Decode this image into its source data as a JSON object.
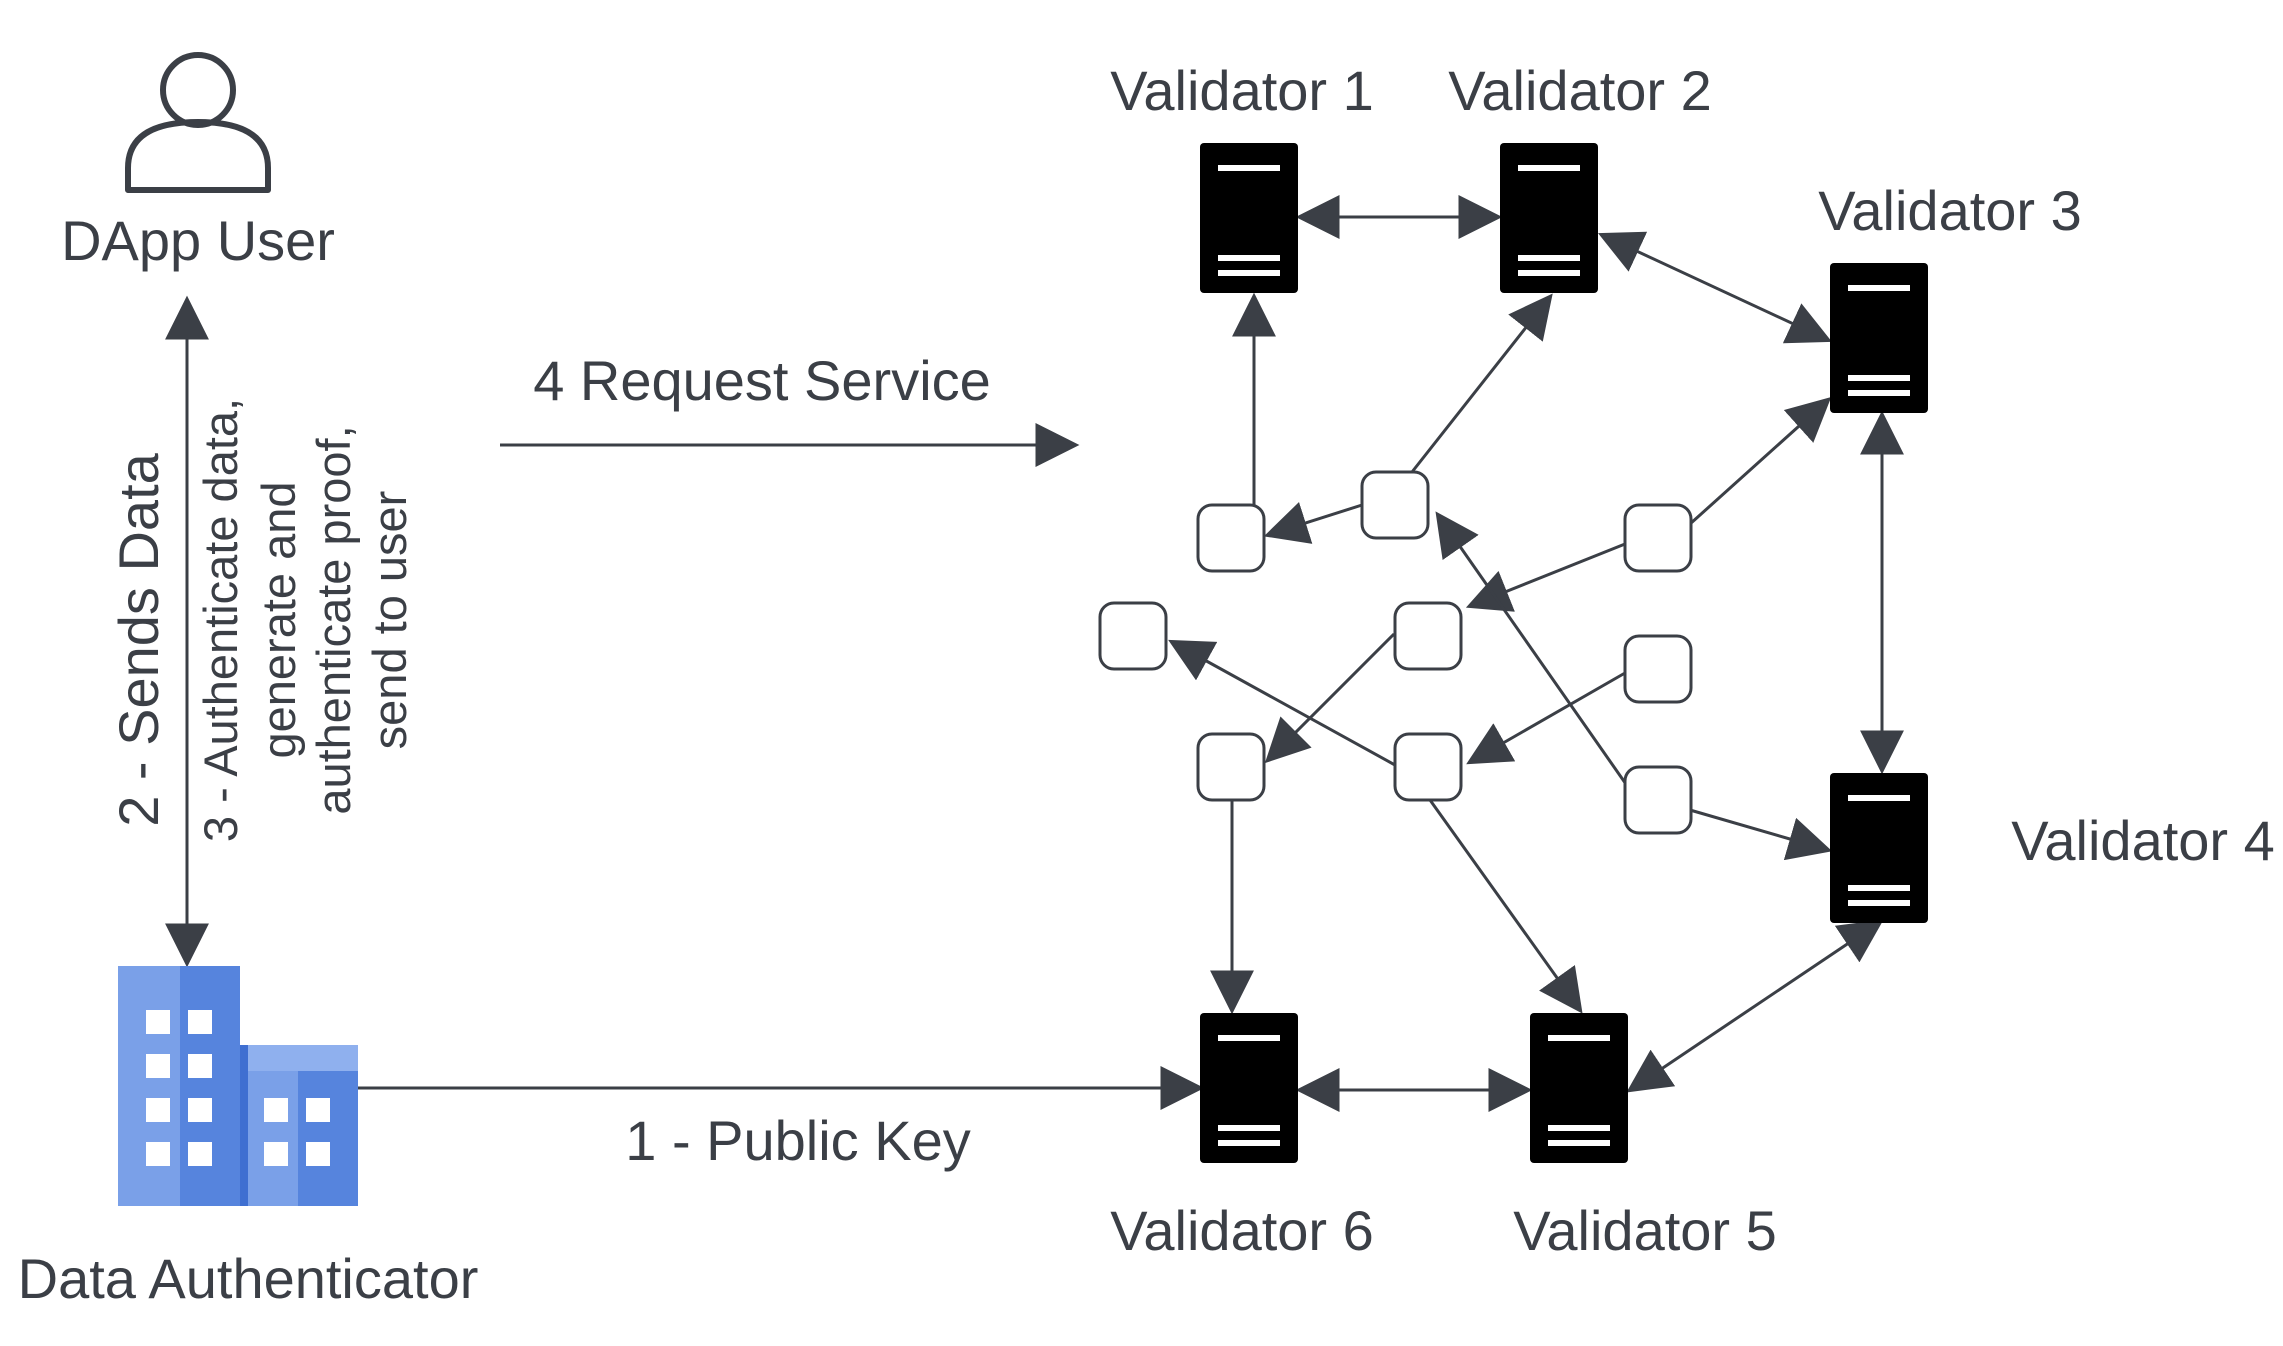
{
  "actors": {
    "user_label": "DApp User",
    "authenticator_label": "Data Authenticator"
  },
  "steps": {
    "step1": "1 - Public Key",
    "step2": "2 - Sends Data",
    "step3_lines": [
      "3 - Authenticate data,",
      "generate and",
      "authenticate proof,",
      "send to user"
    ],
    "step4": "4 Request Service"
  },
  "validators": {
    "v1": "Validator 1",
    "v2": "Validator 2",
    "v3": "Validator 3",
    "v4": "Validator 4",
    "v5": "Validator 5",
    "v6": "Validator 6"
  },
  "colors": {
    "stroke": "#3b3f46",
    "server": "#000000",
    "building_light": "#7aa0e8",
    "building_dark": "#5684dd"
  }
}
